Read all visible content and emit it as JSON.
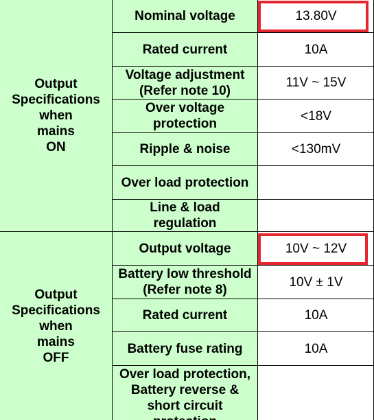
{
  "sections": [
    {
      "group_label": "Output\nSpecifications\nwhen\nmains\nON",
      "rows": [
        {
          "label": "Nominal voltage",
          "value": "13.80V",
          "highlighted": true
        },
        {
          "label": "Rated current",
          "value": "10A"
        },
        {
          "label": "Voltage adjustment\n(Refer note 10)",
          "value": "11V ~ 15V"
        },
        {
          "label": "Over voltage\nprotection",
          "value": "<18V"
        },
        {
          "label": "Ripple & noise",
          "value": "<130mV"
        },
        {
          "label": "Over load protection",
          "value": ""
        },
        {
          "label": "Line & load\nregulation",
          "value": ""
        }
      ]
    },
    {
      "group_label": "Output\nSpecifications\nwhen\nmains\nOFF",
      "rows": [
        {
          "label": "Output voltage",
          "value": "10V ~ 12V",
          "highlighted": true
        },
        {
          "label": "Battery low threshold\n(Refer note 8)",
          "value": "10V ± 1V"
        },
        {
          "label": "Rated current",
          "value": "10A"
        },
        {
          "label": "Battery fuse rating",
          "value": "10A"
        },
        {
          "label": "Over load protection,\nBattery reverse &\nshort circuit\nprotection",
          "value": ""
        }
      ]
    }
  ],
  "colors": {
    "label_background": "#ccffcc",
    "value_background": "#ffffff",
    "highlight_border": "#e4262f",
    "grid_lines": "#000000"
  }
}
